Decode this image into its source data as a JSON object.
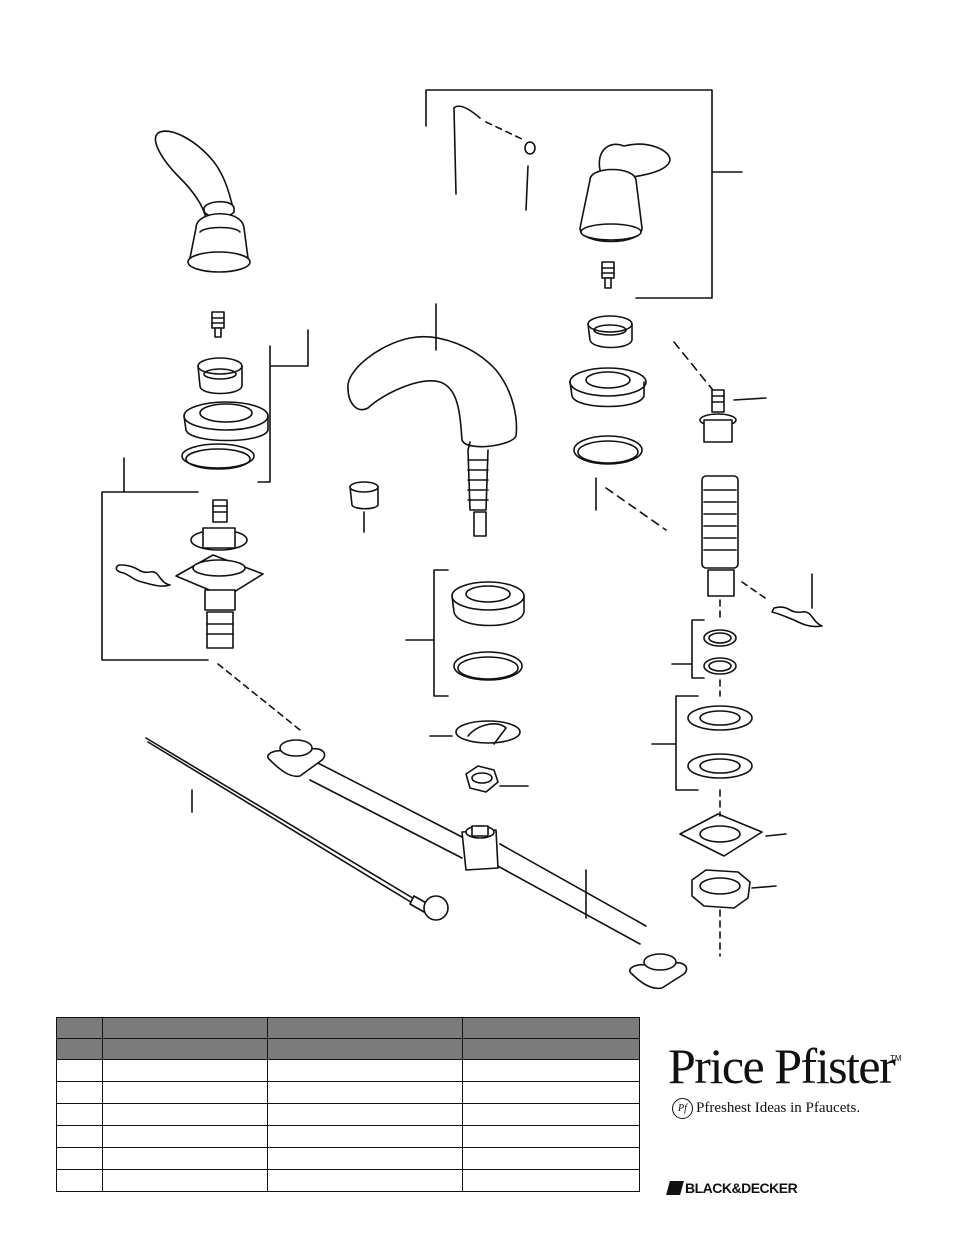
{
  "brand": {
    "name": "Price Pfister",
    "trademark": "TM",
    "badge": "Pf",
    "tagline": "Pfreshest Ideas in Pfaucets.",
    "maker": "BLACK&DECKER"
  },
  "parts_table": {
    "columns": [
      "",
      "",
      "",
      ""
    ],
    "subheader": [
      "",
      "",
      "",
      ""
    ],
    "rows": [
      [
        "",
        "",
        "",
        ""
      ],
      [
        "",
        "",
        "",
        ""
      ],
      [
        "",
        "",
        "",
        ""
      ],
      [
        "",
        "",
        "",
        ""
      ],
      [
        "",
        "",
        "",
        ""
      ],
      [
        "",
        "",
        "",
        ""
      ]
    ]
  },
  "colors": {
    "line": "#111111",
    "header_fill": "#7b7b7b",
    "background": "#ffffff"
  }
}
